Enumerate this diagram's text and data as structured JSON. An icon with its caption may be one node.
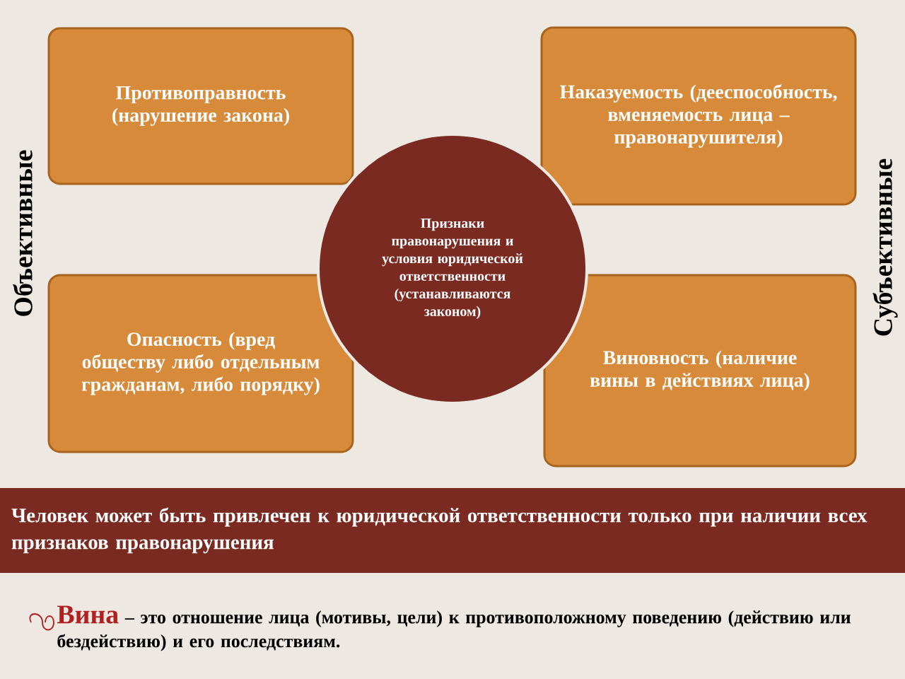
{
  "diagram": {
    "nodes": [
      {
        "text": [
          "Противоправность (нарушение закона)"
        ]
      },
      {
        "text": [
          "Наказуемость (дееспособность, вменяемость лица – правонарушителя)"
        ]
      },
      {
        "text": [
          "Опасность (вред обществу либо отдельным гражданам, либо порядку)"
        ]
      },
      {
        "text": [
          "Виновность (наличие вины в действиях лица)"
        ]
      },
      {
        "text": [
          "Признаки правонарушения и условия юридической ответственности (устанавливаются законом)"
        ]
      },
      {
        "text": [
          "Человек может быть привлечен к юридической ответственности только при наличии всех признаков правонарушения"
        ]
      }
    ],
    "labels": [
      "Объективные",
      "Субъективные",
      "**Вина** – это отношение лица (мотивы, цели) к противоположному поведению (действию или бездействию) и его последствиям."
    ]
  }
}
